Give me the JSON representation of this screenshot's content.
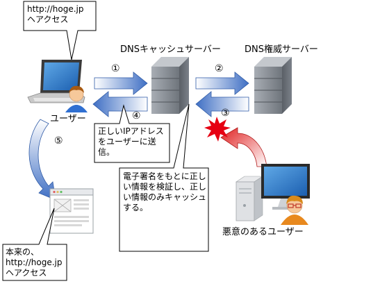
{
  "callouts": {
    "top_left": "http://hoge.jp\nヘアクセス",
    "correct_ip": "正しいIPアドレスをユーザーに送信。",
    "signature": "電子署名をもとに正しい情報を検証し、正しい情報のみキャッシュする。",
    "original": "本来の、\nhttp://hoge.jp\nヘアクセス"
  },
  "labels": {
    "cache_server": "DNSキャッシュサーバー",
    "auth_server": "DNS権威サーバー",
    "user": "ユーザー",
    "attacker": "悪意のあるユーザー"
  },
  "steps": {
    "s1": "①",
    "s2": "②",
    "s3": "③",
    "s4": "④",
    "s5": "⑤"
  },
  "colors": {
    "arrow_blue": "#3f6fc4",
    "server_gray": "#8d949c",
    "attack_red": "#e02020",
    "burst_red": "#e60012"
  }
}
